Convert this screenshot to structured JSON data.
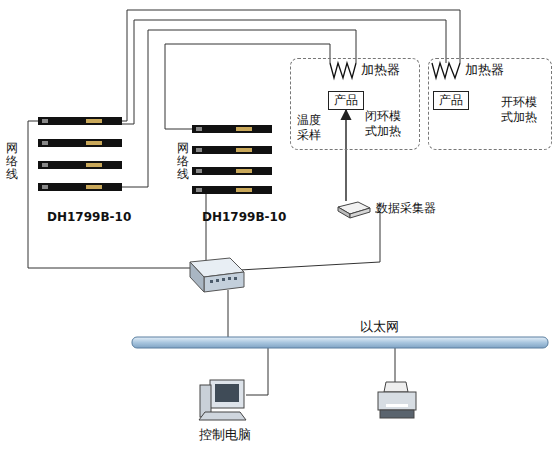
{
  "diagram": {
    "nodes": [
      {
        "text": [
          "温度采样",
          "闭环模式加热"
        ]
      },
      {
        "text": [
          "产品"
        ],
        "in": 0
      },
      {
        "text": [
          "开环模式加热"
        ]
      },
      {
        "text": [
          "产品"
        ],
        "in": 2
      },
      {
        "text": [
          "数据采集器"
        ]
      }
    ],
    "edges": [
      {
        "from": 4,
        "to": 1,
        "arrow": "to"
      }
    ],
    "labels": [
      "网络线",
      "DH1799B-10",
      "网络线",
      "DH1799B-10",
      "加热器",
      "加热器",
      "以太网",
      "控制电脑"
    ]
  }
}
